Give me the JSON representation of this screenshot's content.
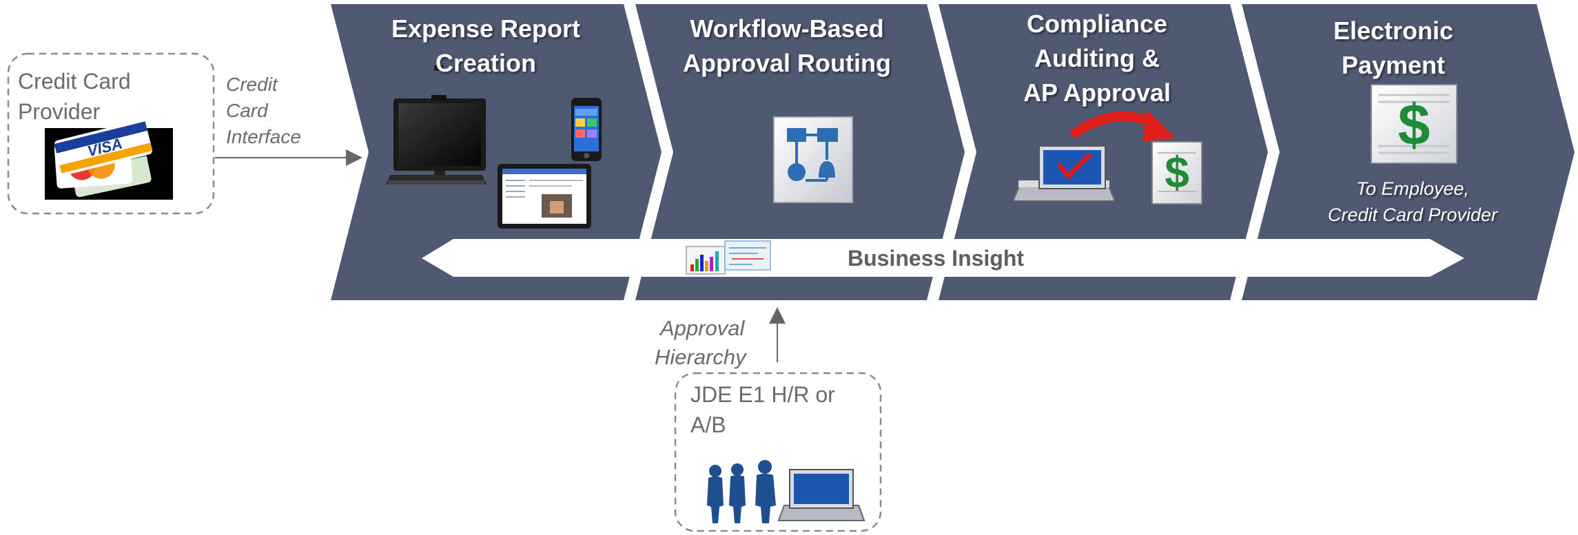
{
  "colors": {
    "chevron_fill": "#4f5a72",
    "banner_fill": "#ffffff",
    "dashed_border": "#8a8a8a",
    "muted_text": "#6b6b6b",
    "dollar_green": "#1f8a3a",
    "curved_arrow": "#e0201b"
  },
  "stages": [
    {
      "lines": [
        "Expense Report",
        "Creation"
      ],
      "icons": [
        "desktop-monitor-icon",
        "smartphone-icon",
        "tablet-icon"
      ]
    },
    {
      "lines": [
        "Workflow-Based",
        "Approval Routing"
      ],
      "icons": [
        "flowchart-icon"
      ]
    },
    {
      "lines": [
        "Compliance",
        "Auditing &",
        "AP Approval"
      ],
      "icons": [
        "audit-computer-icon",
        "red-curved-arrow-icon",
        "dollar-document-icon"
      ]
    },
    {
      "lines": [
        "Electronic",
        "Payment"
      ],
      "icons": [
        "dollar-document-icon"
      ],
      "note_lines": [
        "To Employee,",
        "Credit Card Provider"
      ]
    }
  ],
  "banner": {
    "label": "Business Insight",
    "icon": "report-chart-icon"
  },
  "credit_card_box": {
    "lines": [
      "Credit Card",
      "Provider"
    ],
    "icon": "credit-cards-icon"
  },
  "credit_card_connector": {
    "lines": [
      "Credit",
      "Card",
      "Interface"
    ]
  },
  "hr_box": {
    "lines": [
      "JDE E1 H/R or",
      "A/B"
    ],
    "icon": "people-computer-icon"
  },
  "hierarchy_connector": {
    "lines": [
      "Approval",
      "Hierarchy"
    ]
  }
}
